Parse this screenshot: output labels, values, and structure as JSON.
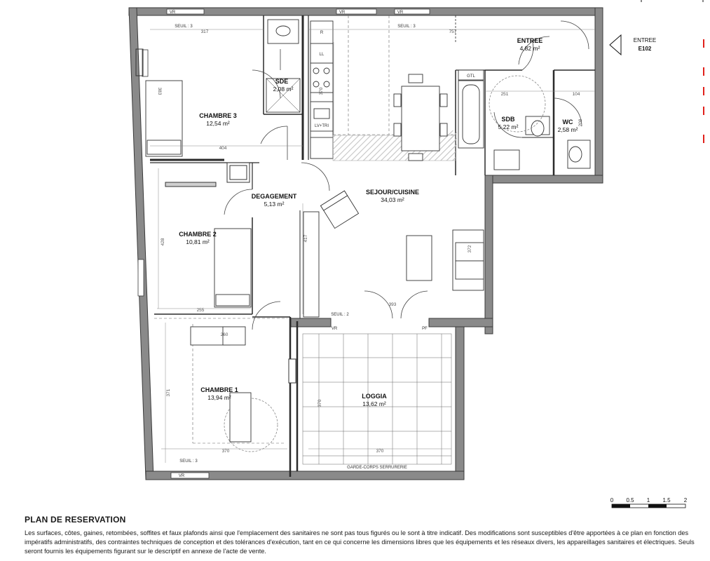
{
  "entrance": {
    "label": "ENTREE",
    "code": "E102"
  },
  "rooms": {
    "chambre3": {
      "name": "CHAMBRE 3",
      "area": "12,54 m²"
    },
    "sde": {
      "name": "SDE",
      "area": "2,08 m²"
    },
    "entree": {
      "name": "ENTREE",
      "area": "4,82 m²"
    },
    "sdb": {
      "name": "SDB",
      "area": "5,22 m²"
    },
    "wc": {
      "name": "WC",
      "area": "2,58 m²"
    },
    "degagement": {
      "name": "DEGAGEMENT",
      "area": "5,13 m²"
    },
    "sejour": {
      "name": "SEJOUR/CUISINE",
      "area": "34,03 m²"
    },
    "chambre2": {
      "name": "CHAMBRE 2",
      "area": "10,81 m²"
    },
    "chambre1": {
      "name": "CHAMBRE 1",
      "area": "13,94 m²"
    },
    "loggia": {
      "name": "LOGGIA",
      "area": "13,62 m²"
    }
  },
  "annotations": {
    "vr": "VR",
    "pf": "PF",
    "gtl": "GTL",
    "ll": "LL",
    "lv_tri": "LV+TRI",
    "r": "R",
    "seuil_3": "SEUIL : 3",
    "seuil_2": "SEUIL : 2",
    "garde_corps": "GARDE-CORPS SERRURERIE"
  },
  "dimensions": {
    "d317": "317",
    "d757": "757",
    "d404": "404",
    "d383": "383",
    "d370": "370",
    "d251": "251",
    "d104": "104",
    "d208": "208",
    "d428": "428",
    "d417": "417",
    "d372": "372",
    "d255": "255",
    "d260": "260",
    "d371": "371",
    "d393": "393"
  },
  "scale": {
    "ticks": [
      "0",
      "0.5",
      "1",
      "1.5",
      "2"
    ]
  },
  "footer": {
    "title": "PLAN DE RESERVATION",
    "text": "Les surfaces, côtes, gaines, retombées, soffites et faux plafonds ainsi que l'emplacement des sanitaires ne sont pas tous figurés ou le sont à titre indicatif. Des modifications sont susceptibles d'être apportées à ce plan en fonction des impératifs administratifs, des contraintes techniques de conception et des tolérances d'exécution, tant en ce qui concerne les dimensions libres que les équipements et les réseaux divers, les appareillages sanitaires et électriques. Seuls seront fournis les équipements figurant sur le descriptif en annexe de l'acte de vente."
  },
  "colors": {
    "wall": "#8a8a8a",
    "wall_edge": "#3a3a3a",
    "hatch": "#bdbdbd",
    "accent": "#e0201b"
  }
}
